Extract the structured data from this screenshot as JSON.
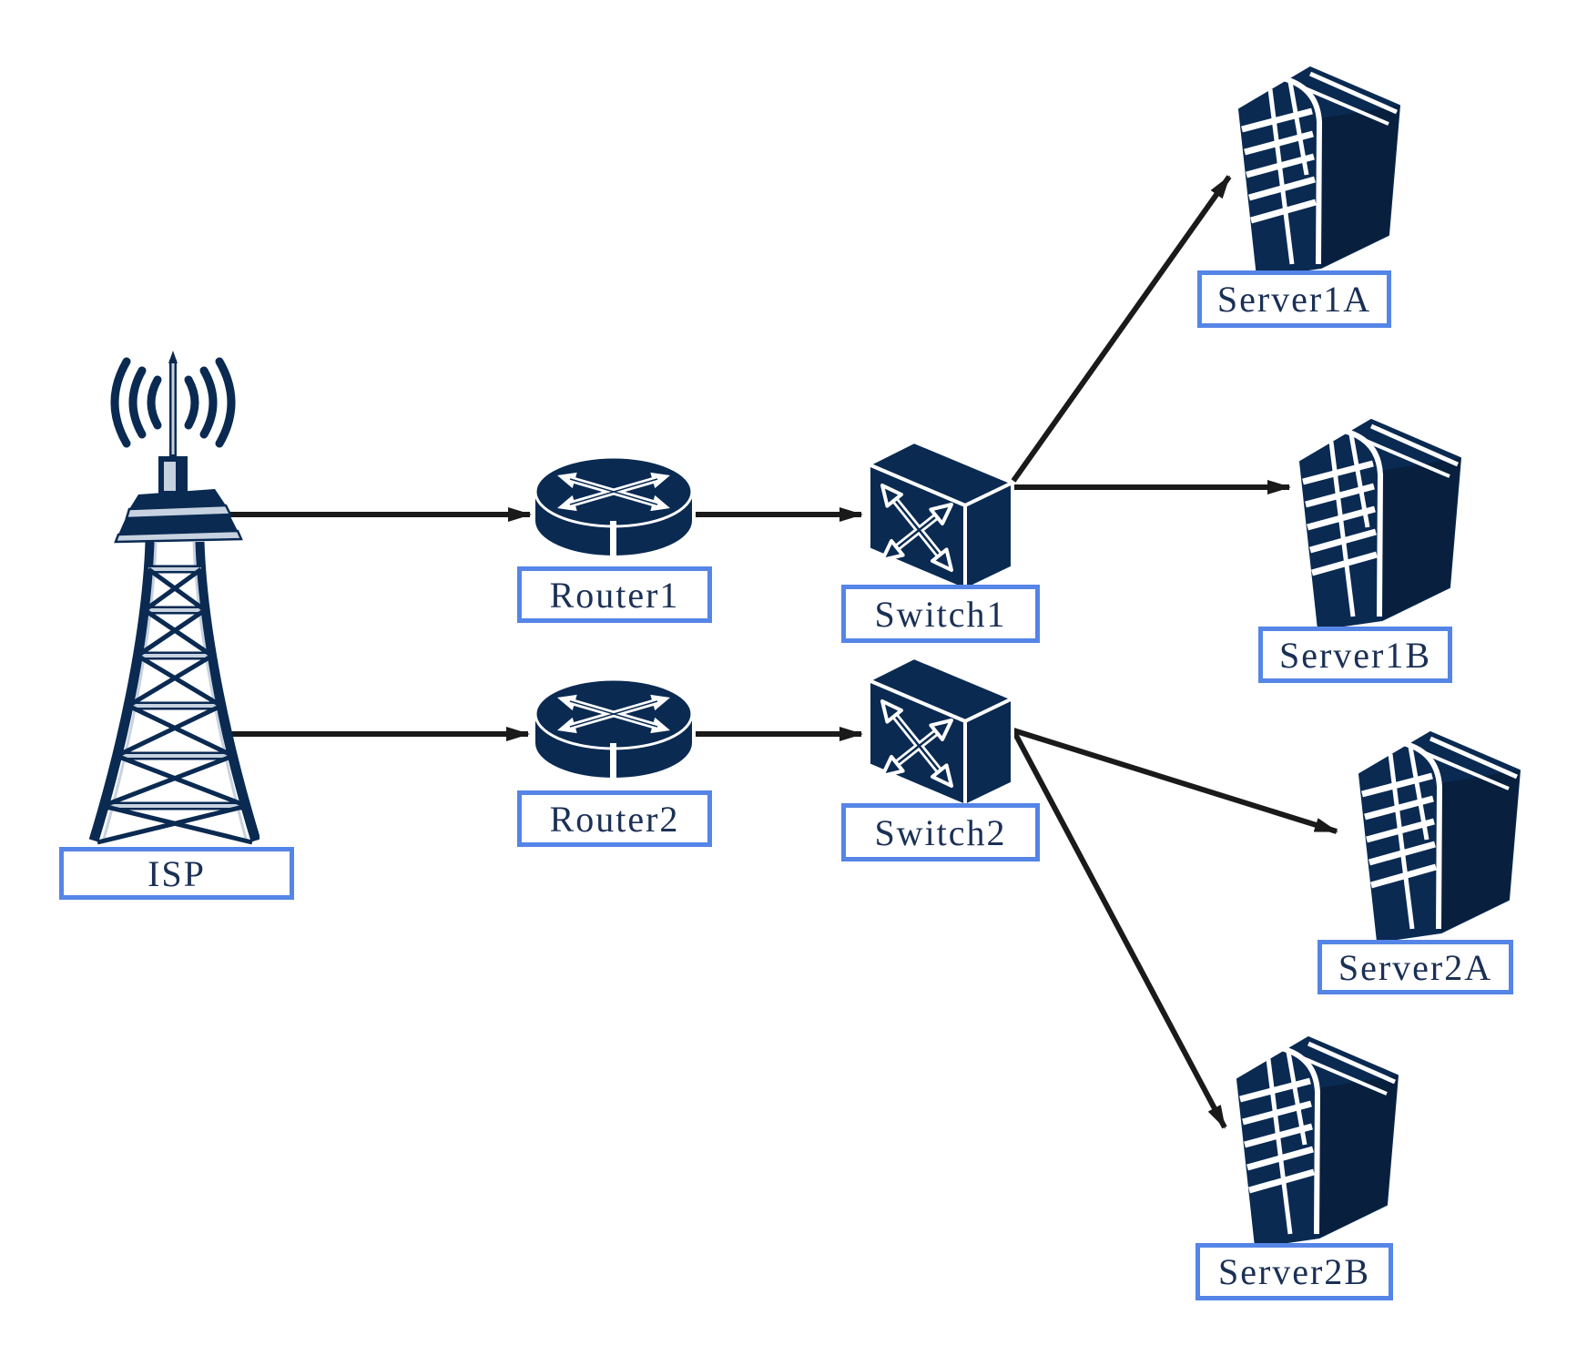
{
  "diagram_type": "network-topology",
  "nodes": [
    {
      "id": "isp",
      "type": "antenna-tower",
      "label": "ISP"
    },
    {
      "id": "router1",
      "type": "router",
      "label": "Router1"
    },
    {
      "id": "router2",
      "type": "router",
      "label": "Router2"
    },
    {
      "id": "switch1",
      "type": "switch",
      "label": "Switch1"
    },
    {
      "id": "switch2",
      "type": "switch",
      "label": "Switch2"
    },
    {
      "id": "server1a",
      "type": "server",
      "label": "Server1A"
    },
    {
      "id": "server1b",
      "type": "server",
      "label": "Server1B"
    },
    {
      "id": "server2a",
      "type": "server",
      "label": "Server2A"
    },
    {
      "id": "server2b",
      "type": "server",
      "label": "Server2B"
    }
  ],
  "edges": [
    {
      "from": "ISP",
      "to": "Router1",
      "style": "arrow"
    },
    {
      "from": "ISP",
      "to": "Router2",
      "style": "arrow"
    },
    {
      "from": "Router1",
      "to": "Switch1",
      "style": "arrow"
    },
    {
      "from": "Router2",
      "to": "Switch2",
      "style": "arrow"
    },
    {
      "from": "Switch1",
      "to": "Server1A",
      "style": "arrow"
    },
    {
      "from": "Switch1",
      "to": "Server1B",
      "style": "arrow"
    },
    {
      "from": "Switch2",
      "to": "Server2A",
      "style": "arrow"
    },
    {
      "from": "Switch2",
      "to": "Server2B",
      "style": "arrow"
    }
  ],
  "colors": {
    "icon_navy": "#0a2a52",
    "icon_navy_dark": "#081f3e",
    "icon_highlight": "#c7d2e0",
    "label_border": "#5585e6",
    "label_text": "#1b3055",
    "arrow": "#1a1a1a",
    "background": "#ffffff"
  }
}
